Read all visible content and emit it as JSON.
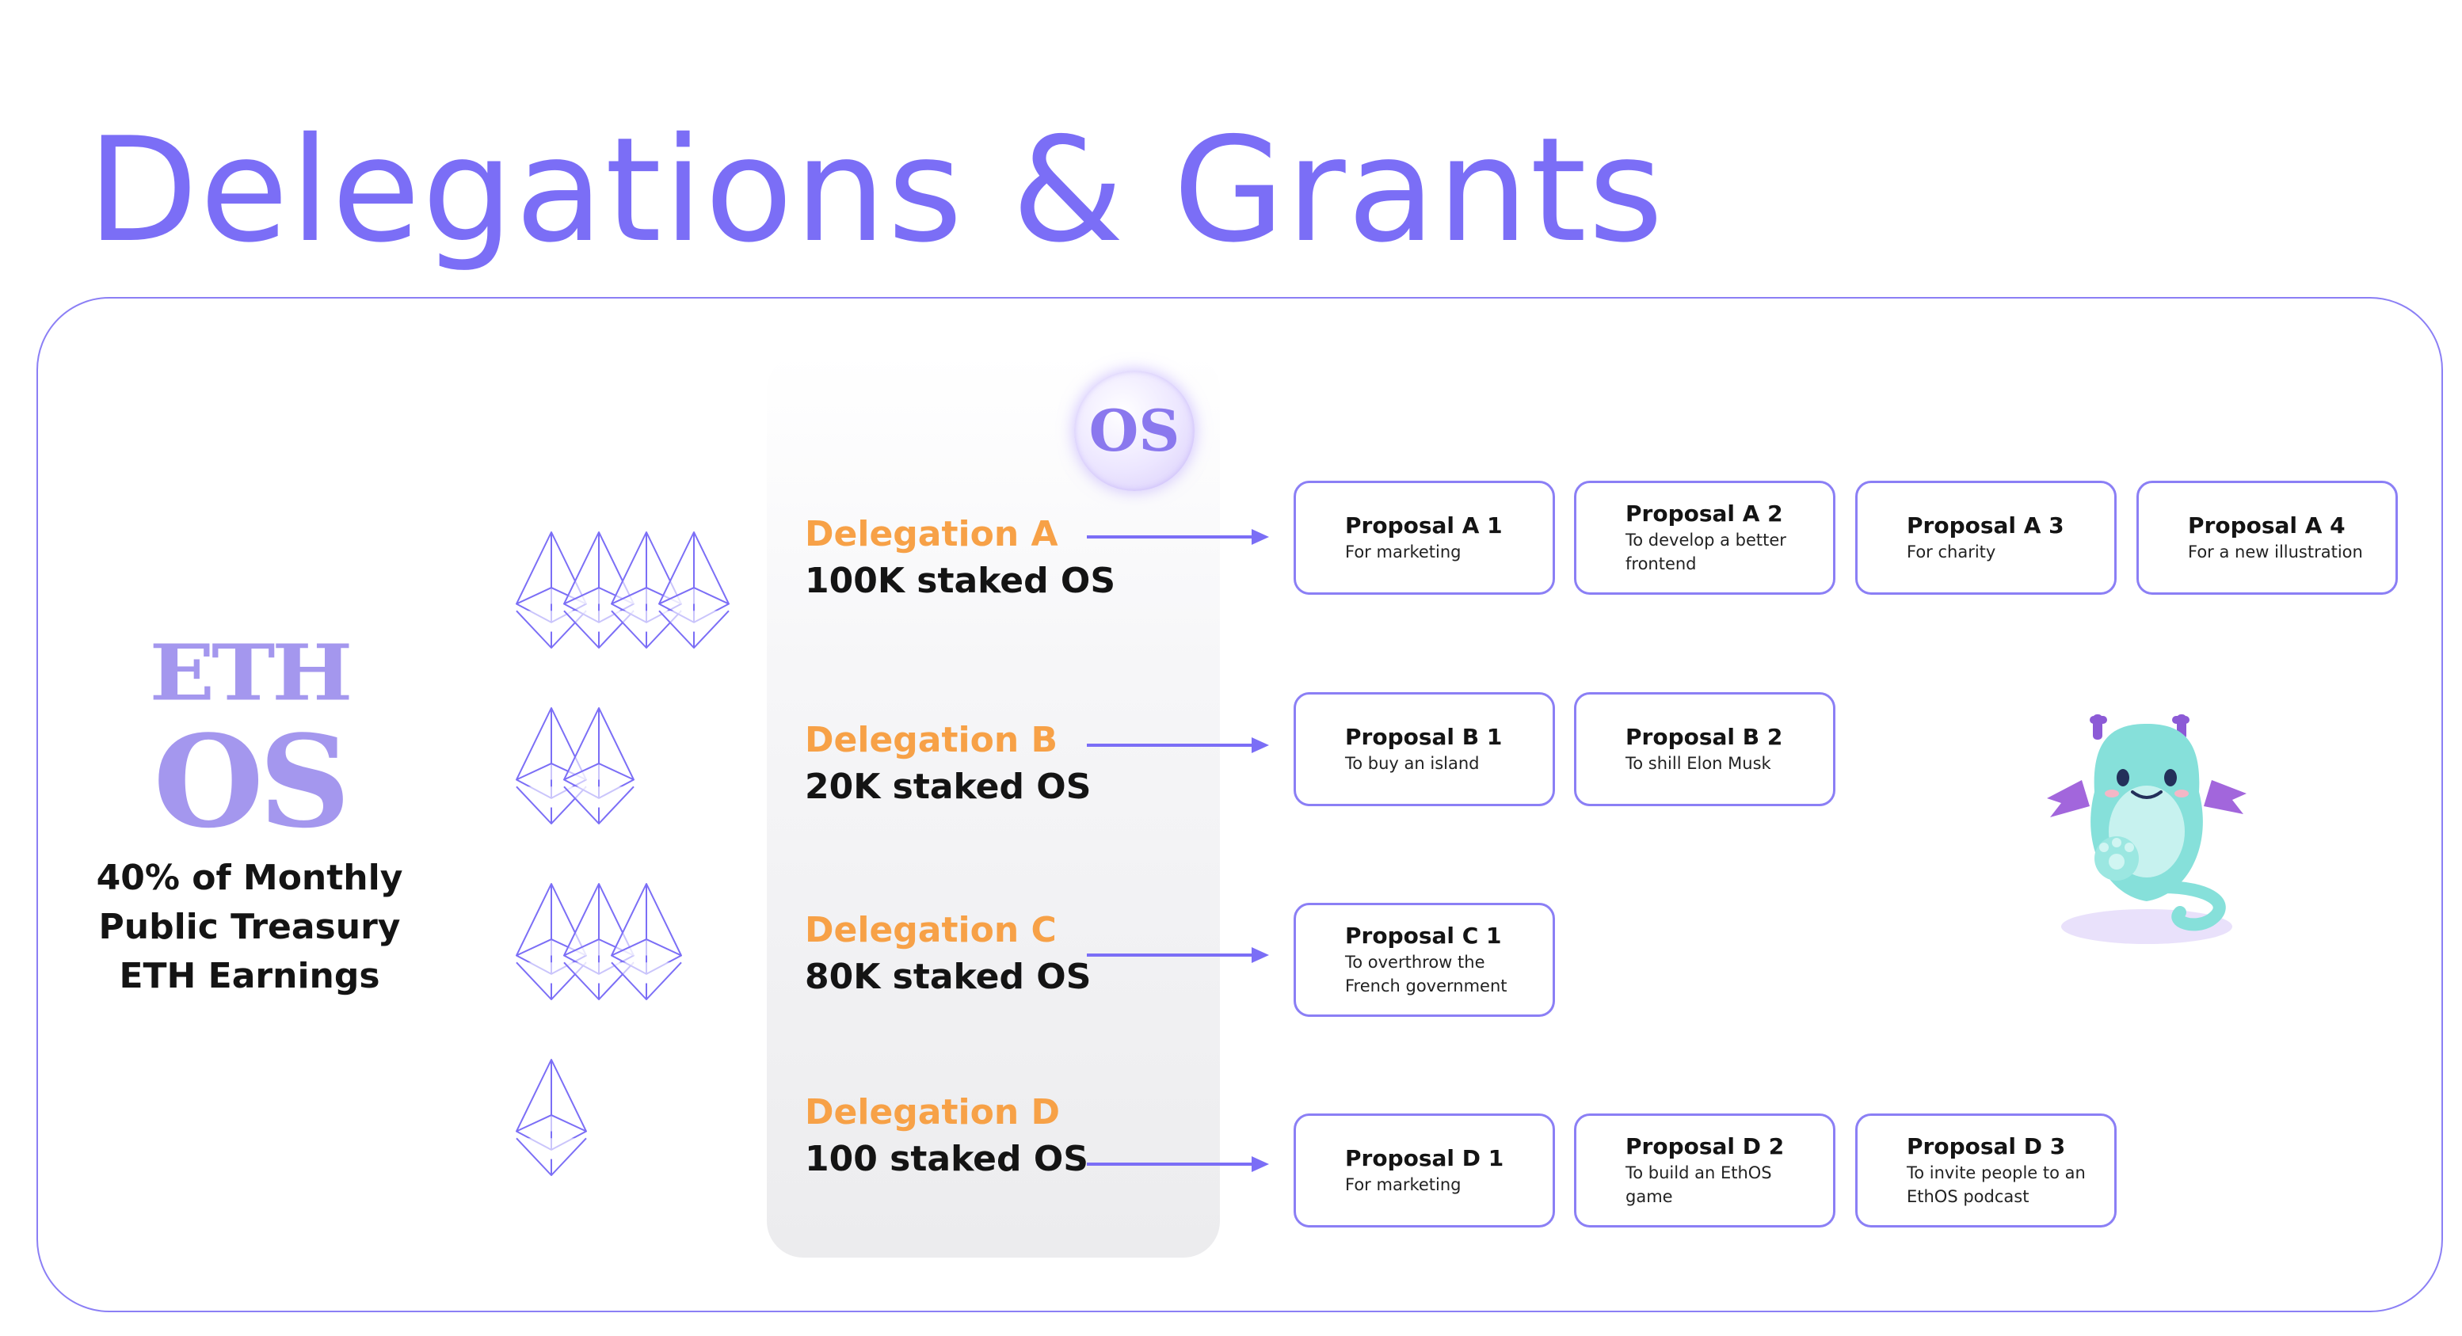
{
  "title": "Delegations & Grants",
  "colors": {
    "accent": "#7b6ef6",
    "delegation_label": "#f7a147",
    "text": "#141414",
    "border": "#8b7ff5"
  },
  "source": {
    "logo_text_top": "ETH",
    "logo_text_bottom": "OS",
    "caption": "40% of Monthly Public Treasury ETH Earnings",
    "icon": "ethereum-diamond-icon"
  },
  "os_coin": {
    "label": "OS"
  },
  "delegations": [
    {
      "name": "Delegation A",
      "stake": "100K staked OS",
      "eth_icon_count": 4,
      "proposals": [
        {
          "title": "Proposal A 1",
          "desc": "For marketing"
        },
        {
          "title": "Proposal A 2",
          "desc": "To develop a better frontend"
        },
        {
          "title": "Proposal A 3",
          "desc": "For charity"
        },
        {
          "title": "Proposal A 4",
          "desc": "For a new illustration"
        }
      ]
    },
    {
      "name": "Delegation B",
      "stake": "20K staked OS",
      "eth_icon_count": 2,
      "proposals": [
        {
          "title": "Proposal B 1",
          "desc": "To buy an island"
        },
        {
          "title": "Proposal B 2",
          "desc": "To shill Elon Musk"
        }
      ]
    },
    {
      "name": "Delegation C",
      "stake": "80K staked OS",
      "eth_icon_count": 3,
      "proposals": [
        {
          "title": "Proposal C 1",
          "desc": "To overthrow the French government"
        }
      ]
    },
    {
      "name": "Delegation D",
      "stake": "100 staked OS",
      "eth_icon_count": 1,
      "proposals": [
        {
          "title": "Proposal D 1",
          "desc": "For marketing"
        },
        {
          "title": "Proposal D 2",
          "desc": "To build an EthOS game"
        },
        {
          "title": "Proposal D 3",
          "desc": "To invite people to an EthOS podcast"
        }
      ]
    }
  ],
  "mascot": {
    "icon": "dragon-mascot-icon"
  }
}
